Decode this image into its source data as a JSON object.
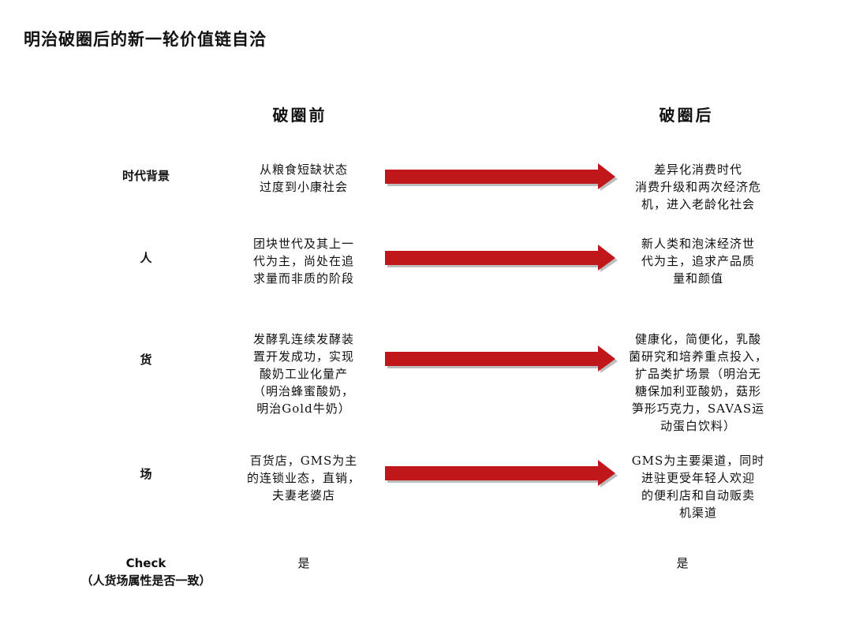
{
  "title": "明治破圈后的新一轮价值链自洽",
  "columns": {
    "before": "破圈前",
    "after": "破圈后"
  },
  "rows": [
    {
      "label": "时代背景",
      "before": "从粮食短缺状态\n过度到小康社会",
      "after": "差异化消费时代\n消费升级和两次经济危\n机，进入老龄化社会"
    },
    {
      "label": "人",
      "before": "团块世代及其上一\n代为主，尚处在追\n求量而非质的阶段",
      "after": "新人类和泡沫经济世\n代为主，追求产品质\n量和颜值"
    },
    {
      "label": "货",
      "before": "发酵乳连续发酵装\n置开发成功，实现\n酸奶工业化量产\n（明治蜂蜜酸奶，\n明治Gold牛奶）",
      "after": "健康化，简便化，乳酸\n菌研究和培养重点投入，\n扩品类扩场景（明治无\n糖保加利亚酸奶，菇形\n笋形巧克力，SAVAS运\n动蛋白饮料）"
    },
    {
      "label": "场",
      "before": "百货店，GMS为主\n的连锁业态，直销，\n夫妻老婆店",
      "after": "GMS为主要渠道，同时\n进驻更受年轻人欢迎\n的便利店和自动贩卖\n机渠道"
    }
  ],
  "check": {
    "label": "Check",
    "sublabel": "（人货场属性是否一致）",
    "before": "是",
    "after": "是"
  },
  "colors": {
    "arrow": "#c0171b",
    "arrow_shadow": "#bdbdbd",
    "text": "#111111"
  }
}
